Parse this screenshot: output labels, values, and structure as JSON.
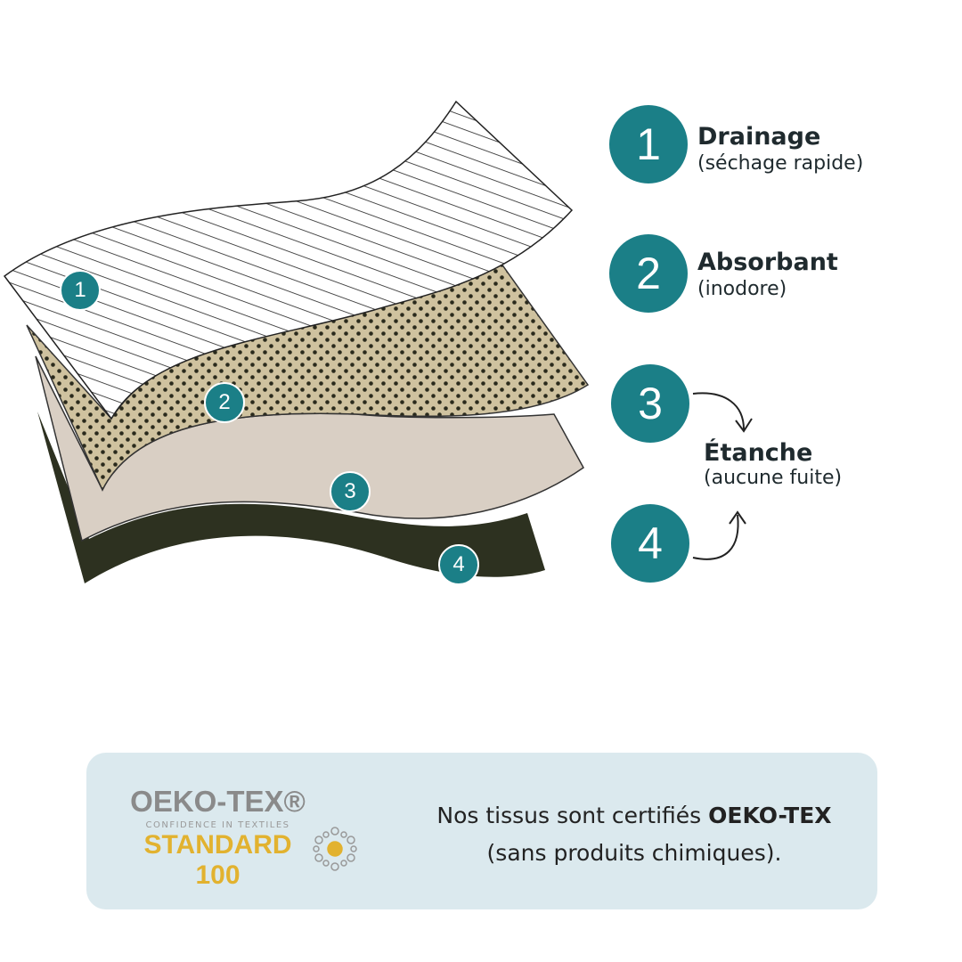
{
  "layers": [
    {
      "number": "1",
      "title": "Drainage",
      "subtitle": "(séchage rapide)"
    },
    {
      "number": "2",
      "title": "Absorbant",
      "subtitle": "(inodore)"
    },
    {
      "number": "3"
    },
    {
      "number": "4"
    }
  ],
  "waterproof": {
    "title": "Étanche",
    "subtitle": "(aucune fuite)"
  },
  "certification": {
    "logo_brand": "OEKO-TEX®",
    "logo_tagline": "CONFIDENCE IN TEXTILES",
    "logo_standard": "STANDARD 100",
    "text_prefix": "Nos tissus sont certifiés",
    "text_bold": "OEKO-TEX",
    "text_suffix": "(sans produits chimiques)."
  },
  "colors": {
    "teal": "#1b7f87",
    "layer2": "#cfc29f",
    "layer3": "#d9cfc4",
    "layer4": "#2d3120",
    "panel": "#dbe9ee"
  }
}
